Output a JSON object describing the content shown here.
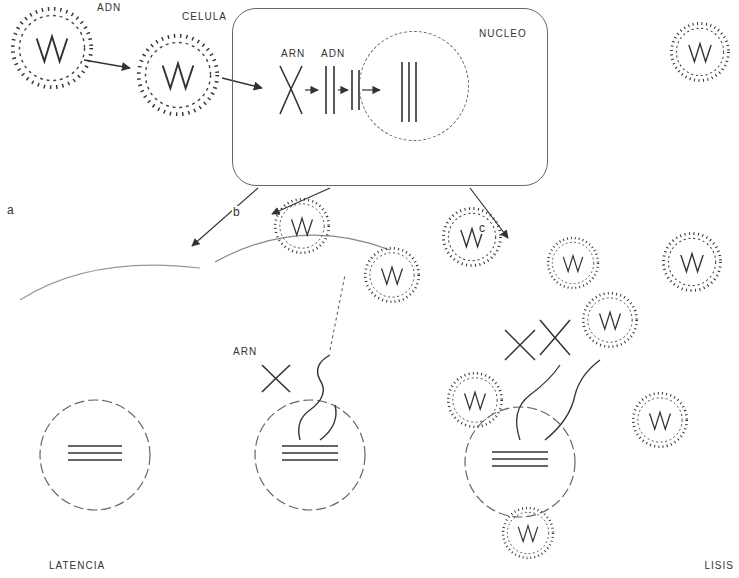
{
  "diagram": {
    "nodes": [
      {
        "text": [
          "ADN"
        ]
      },
      {
        "text": [
          "CELULA"
        ]
      },
      {
        "text": [
          "NUCLEO"
        ],
        "in": 1
      }
    ],
    "labels": [
      "ARN",
      "ADN",
      "a",
      "b",
      "c",
      "ARN",
      "LATENCIA",
      "LISIS"
    ]
  }
}
